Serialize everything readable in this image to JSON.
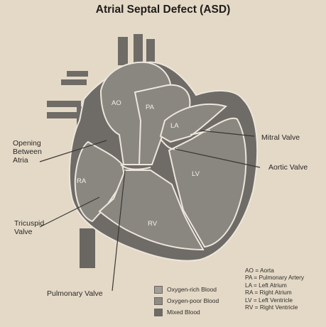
{
  "title": "Atrial Septal Defect (ASD)",
  "chambers": {
    "ao": "AO",
    "pa": "PA",
    "la": "LA",
    "lv": "LV",
    "ra": "RA",
    "rv": "RV"
  },
  "labels": {
    "opening": [
      "Opening",
      "Between",
      "Atria"
    ],
    "tricuspid": [
      "Tricuspid",
      "Valve"
    ],
    "pulmonary_valve": "Pulmonary Valve",
    "mitral_valve": "Mitral Valve",
    "aortic_valve": "Aortic Valve"
  },
  "legend": [
    {
      "label": "Oxygen-rich Blood",
      "color": "#a29e98"
    },
    {
      "label": "Oxygen-poor Blood",
      "color": "#8e8a84"
    },
    {
      "label": "Mixed Blood",
      "color": "#6e6a65"
    }
  ],
  "abbreviations": [
    "AO = Aorta",
    "PA = Pulmonary Artery",
    "LA = Left Atrium",
    "RA = Right Atrium",
    "LV = Left Ventricle",
    "RV = Right Ventricle"
  ],
  "colors": {
    "background": "#e4d9c7",
    "heart_outer": "#6f6b66",
    "chamber_fill": "#8a8680",
    "outline": "#ece6dc"
  }
}
